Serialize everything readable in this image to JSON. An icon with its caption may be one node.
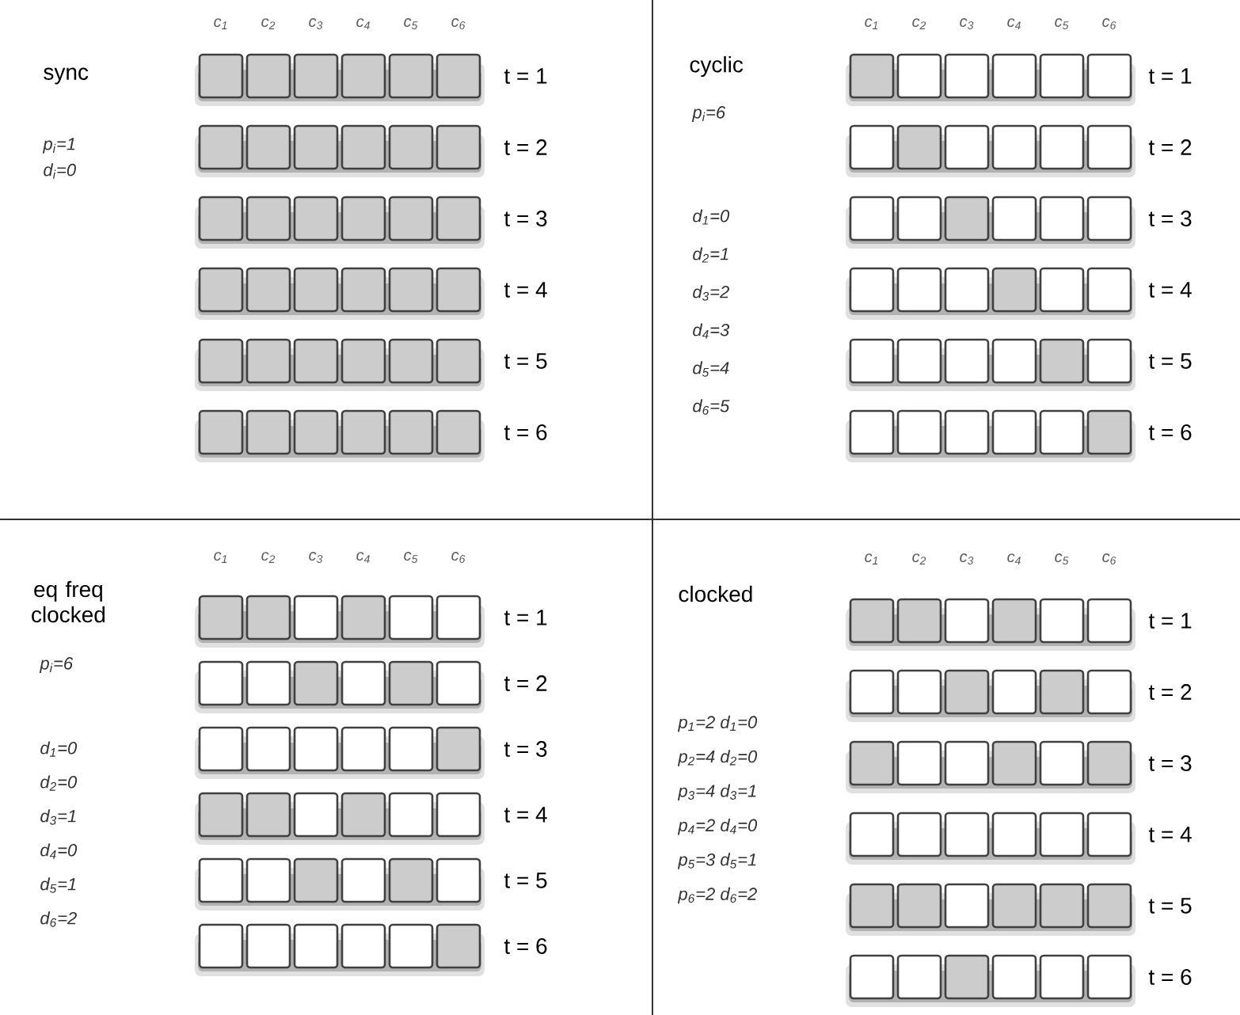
{
  "diagram": {
    "labels": [
      "sync",
      "c$_{1}$",
      "c$_{2}$",
      "c$_{3}$",
      "c$_{4}$",
      "c$_{5}$",
      "c$_{6}$",
      "p$_{i}$=1",
      "d$_{i}$=0",
      "t = 1",
      "t = 2",
      "t = 3",
      "t = 4",
      "t = 5",
      "t = 6",
      "cyclic",
      "c$_{1}$",
      "c$_{2}$",
      "c$_{3}$",
      "c$_{4}$",
      "c$_{5}$",
      "c$_{6}$",
      "p$_{i}$=6",
      "d$_{1}$=0",
      "d$_{2}$=1",
      "d$_{3}$=2",
      "d$_{4}$=3",
      "d$_{5}$=4",
      "d$_{6}$=5",
      "t = 1",
      "t = 2",
      "t = 3",
      "t = 4",
      "t = 5",
      "t = 6",
      "eq freq clocked",
      "c$_{1}$",
      "c$_{2}$",
      "c$_{3}$",
      "c$_{4}$",
      "c$_{5}$",
      "c$_{6}$",
      "p$_{i}$=6",
      "d$_{1}$=0",
      "d$_{2}$=0",
      "d$_{3}$=1",
      "d$_{4}$=0",
      "d$_{5}$=1",
      "d$_{6}$=2",
      "t = 1",
      "t = 2",
      "t = 3",
      "t = 4",
      "t = 5",
      "t = 6",
      "clocked",
      "c$_{1}$",
      "c$_{2}$",
      "c$_{3}$",
      "c$_{4}$",
      "c$_{5}$",
      "c$_{6}$",
      "p$_{1}$=2 d$_{1}$=0",
      "p$_{2}$=4 d$_{2}$=0",
      "p$_{3}$=4 d$_{3}$=1",
      "p$_{4}$=2 d$_{4}$=0",
      "p$_{5}$=3 d$_{5}$=1",
      "p$_{6}$=2 d$_{6}$=2",
      "t = 1",
      "t = 2",
      "t = 3",
      "t = 4",
      "t = 5",
      "t = 6"
    ]
  }
}
